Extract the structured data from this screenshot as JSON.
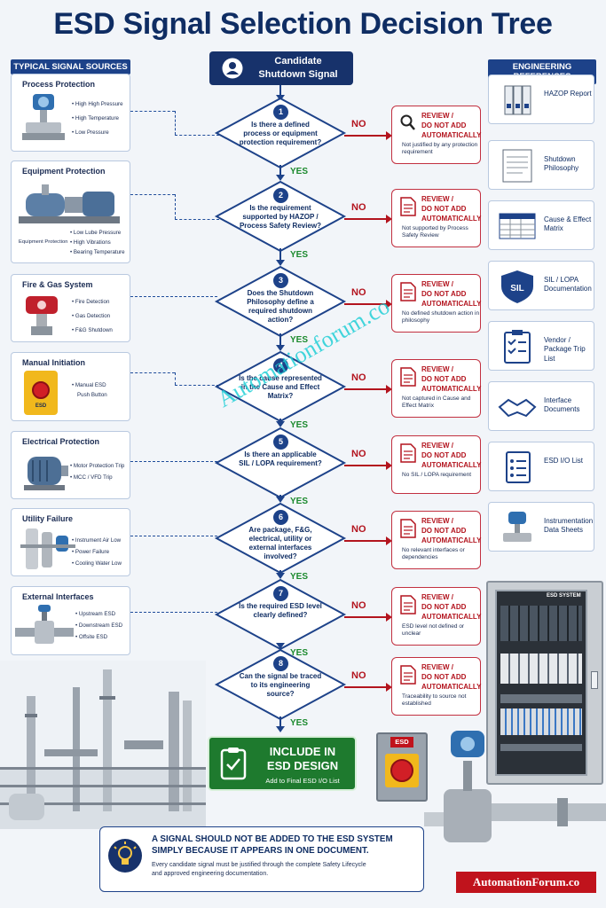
{
  "title": "ESD Signal Selection Decision Tree",
  "left_header": "TYPICAL SIGNAL SOURCES",
  "right_header": "ENGINEERING REFERENCES",
  "start": {
    "line1": "Candidate",
    "line2": "Shutdown Signal"
  },
  "sources": [
    {
      "title": "Process Protection",
      "items": [
        "High High Pressure",
        "High Temperature",
        "Low Pressure"
      ]
    },
    {
      "title": "Equipment Protection",
      "items": [
        "Low Lube Pressure",
        "High Vibrations",
        "Bearing Temperature"
      ],
      "caption": "Equipment Protection"
    },
    {
      "title": "Fire & Gas System",
      "items": [
        "Fire Detection",
        "Gas Detection",
        "F&G Shutdown"
      ]
    },
    {
      "title": "Manual Initiation",
      "items": [
        "Manual ESD",
        "Push Button"
      ],
      "device_label": "ESD"
    },
    {
      "title": "Electrical Protection",
      "items": [
        "Motor Protection Trip",
        "MCC / VFD Trip"
      ]
    },
    {
      "title": "Utility Failure",
      "items": [
        "Instrument Air Low",
        "Power Failure",
        "Cooling Water Low"
      ]
    },
    {
      "title": "External Interfaces",
      "items": [
        "Upstream ESD",
        "Downstream ESD",
        "Offsite ESD"
      ]
    }
  ],
  "questions": [
    {
      "num": "1",
      "text": "Is there a defined process or equipment protection requirement?"
    },
    {
      "num": "2",
      "text": "Is the requirement supported by HAZOP / Process Safety Review?"
    },
    {
      "num": "3",
      "text": "Does the Shutdown Philosophy define a required shutdown action?"
    },
    {
      "num": "4",
      "text": "Is the cause represented in the Cause and Effect Matrix?"
    },
    {
      "num": "5",
      "text": "Is there an applicable SIL / LOPA requirement?"
    },
    {
      "num": "6",
      "text": "Are package, F&G, electrical, utility or external interfaces involved?"
    },
    {
      "num": "7",
      "text": "Is the required ESD level clearly defined?"
    },
    {
      "num": "8",
      "text": "Can the signal be traced to its engineering source?"
    }
  ],
  "yes_label": "YES",
  "no_label": "NO",
  "review_title_1": "REVIEW /",
  "review_title_2": "DO NOT ADD",
  "review_title_3": "AUTOMATICALLY",
  "reviews": [
    "Not justified by any protection requirement",
    "Not supported by Process Safety Review",
    "No defined shutdown action in philosophy",
    "Not captured in Cause and Effect Matrix",
    "No SIL / LOPA requirement",
    "No relevant interfaces or dependencies",
    "ESD level not defined or unclear",
    "Traceability to source not established"
  ],
  "references": [
    {
      "label": "HAZOP Report",
      "icon": "binders-icon"
    },
    {
      "label": "Shutdown Philosophy",
      "icon": "document-icon"
    },
    {
      "label": "Cause & Effect Matrix",
      "icon": "matrix-icon"
    },
    {
      "label": "SIL / LOPA Documentation",
      "icon": "shield-icon",
      "badge": "SIL"
    },
    {
      "label": "Vendor / Package Trip List",
      "icon": "checklist-icon"
    },
    {
      "label": "Interface Documents",
      "icon": "handshake-icon"
    },
    {
      "label": "ESD I/O List",
      "icon": "list-icon"
    },
    {
      "label": "Instrumentation Data Sheets",
      "icon": "transmitter-icon"
    }
  ],
  "include": {
    "line1": "INCLUDE IN",
    "line2": "ESD DESIGN",
    "sub": "Add to Final ESD I/O List"
  },
  "bottom_note": {
    "heading1": "A SIGNAL SHOULD NOT BE ADDED TO THE ESD SYSTEM",
    "heading2": "SIMPLY BECAUSE IT APPEARS IN ONE DOCUMENT.",
    "body1": "Every candidate signal must be justified through the complete Safety Lifecycle",
    "body2": "and approved engineering documentation."
  },
  "cabinet_label": "ESD SYSTEM",
  "esd_button_label": "ESD",
  "watermark": "Automationforum.co",
  "brand": "AutomationForum.co",
  "colors": {
    "navy": "#17326b",
    "red": "#b3141e",
    "green": "#1e7a2e"
  }
}
